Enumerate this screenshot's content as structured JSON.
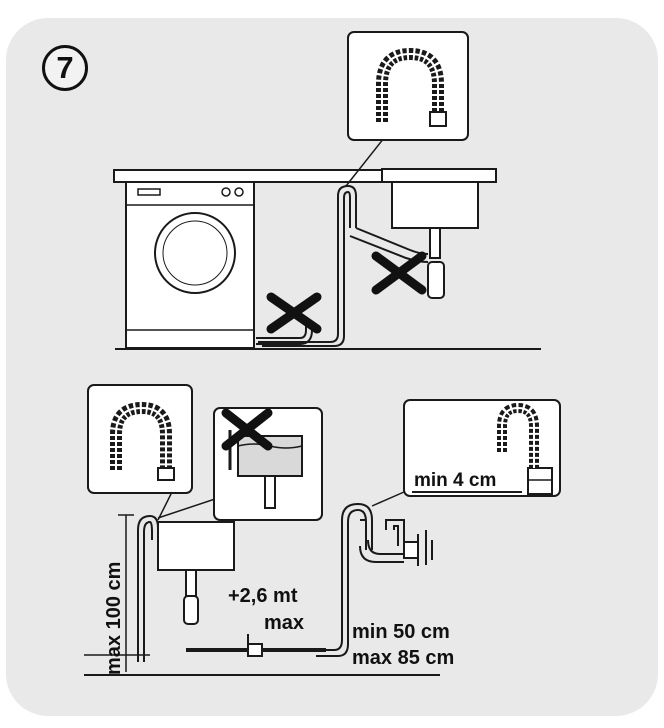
{
  "step": "7",
  "labels": {
    "max_height": "max 100 cm",
    "extension": "+2,6 mt",
    "extension_max": "max",
    "min_gap": "min 4 cm",
    "min_height": "min 50 cm",
    "max_height2": "max 85 cm"
  },
  "colors": {
    "panel_bg": "#e9e9e9",
    "line": "#1a1a1a",
    "white": "#ffffff"
  },
  "icons": [
    "hose-elbow-icon",
    "cross-mark-icon",
    "washing-machine-icon",
    "sink-icon",
    "siphon-icon"
  ]
}
